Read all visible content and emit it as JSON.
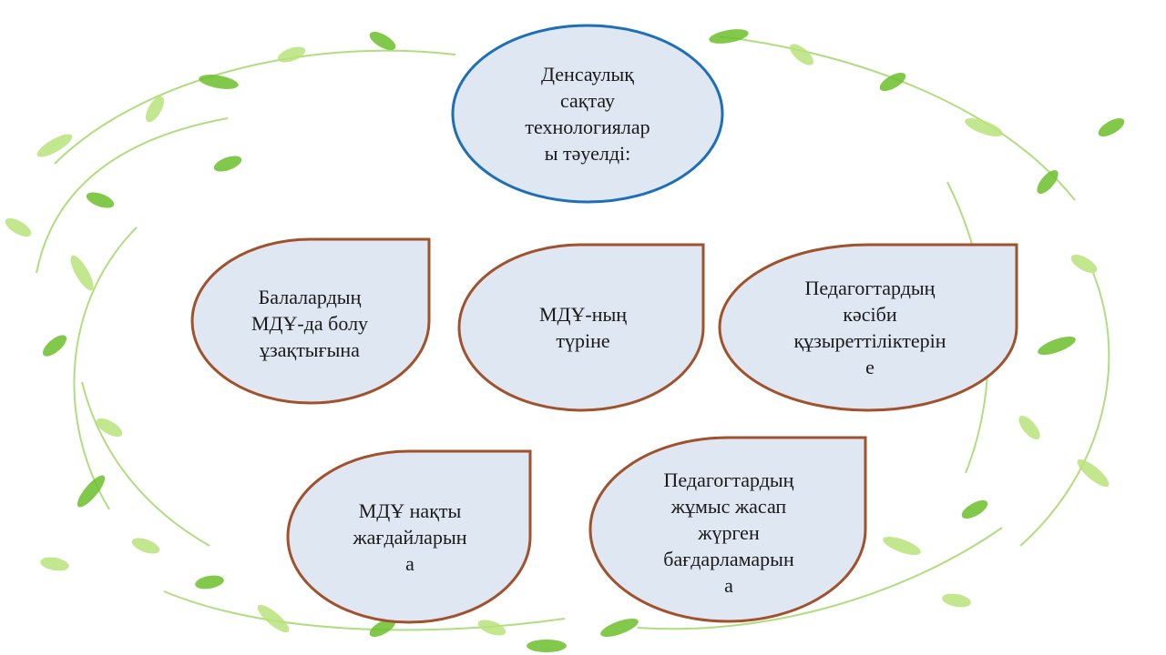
{
  "colors": {
    "shape_fill": "#dfe7f3",
    "ellipse_stroke": "#1f6fb6",
    "drop_stroke": "#a0522d",
    "leaf_light": "#b8e37a",
    "leaf_dark": "#6cbf2b",
    "vine": "#8fcf4a"
  },
  "diagram": {
    "top": {
      "text": "Денсаулық\nсақтау\nтехнологиялар\nы тәуелді:"
    },
    "nodes": [
      {
        "text": "Балалардың\nМДҰ-да болу\nұзақтығына"
      },
      {
        "text": "МДҰ-ның\nтүріне"
      },
      {
        "text": "Педагогтардың\nкәсіби\nқұзыреттіліктерін\nе"
      },
      {
        "text": "МДҰ нақты\nжағдайларын\nа"
      },
      {
        "text": "Педагогтардың\nжұмыс жасап\nжүрген\nбағдарламарын\nа"
      }
    ]
  }
}
